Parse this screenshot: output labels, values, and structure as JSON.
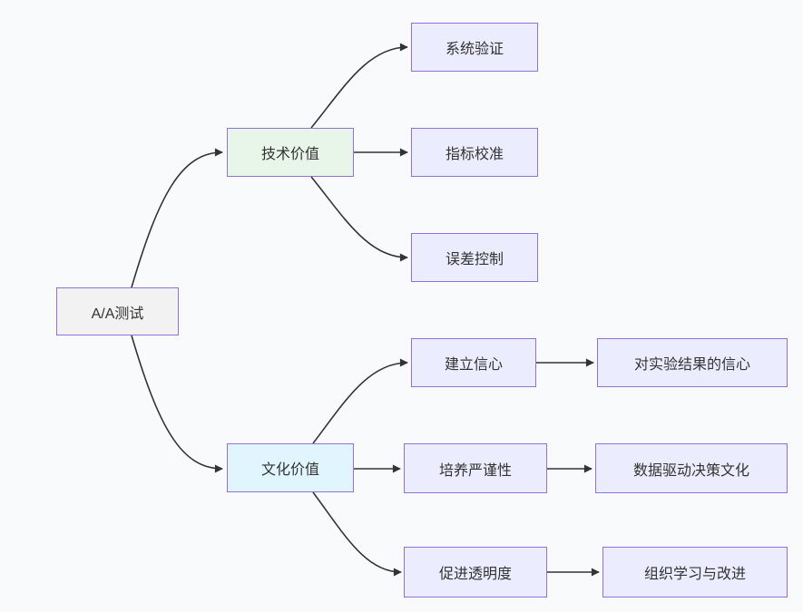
{
  "diagram": {
    "type": "flowchart-left-to-right",
    "background_color": "#f8fafc",
    "edge_color": "#333333",
    "default_node_fill": "#ECECFF",
    "node_border_color": "#9370DB",
    "text_color": "#333333",
    "nodes": {
      "root": {
        "label": "A/A测试",
        "fill": "#f2f2f2"
      },
      "tech": {
        "label": "技术价值",
        "fill": "#e8f5e9"
      },
      "sys": {
        "label": "系统验证",
        "fill": "#ECECFF"
      },
      "metric": {
        "label": "指标校准",
        "fill": "#ECECFF"
      },
      "error": {
        "label": "误差控制",
        "fill": "#ECECFF"
      },
      "culture": {
        "label": "文化价值",
        "fill": "#e1f5fe"
      },
      "confidence": {
        "label": "建立信心",
        "fill": "#ECECFF"
      },
      "confidence_to": {
        "label": "对实验结果的信心",
        "fill": "#ECECFF"
      },
      "rigor": {
        "label": "培养严谨性",
        "fill": "#ECECFF"
      },
      "rigor_to": {
        "label": "数据驱动决策文化",
        "fill": "#ECECFF"
      },
      "transparency": {
        "label": "促进透明度",
        "fill": "#ECECFF"
      },
      "transparency_to": {
        "label": "组织学习与改进",
        "fill": "#ECECFF"
      }
    },
    "edges": [
      {
        "from": "A/A测试",
        "to": "技术价值"
      },
      {
        "from": "A/A测试",
        "to": "文化价值"
      },
      {
        "from": "技术价值",
        "to": "系统验证"
      },
      {
        "from": "技术价值",
        "to": "指标校准"
      },
      {
        "from": "技术价值",
        "to": "误差控制"
      },
      {
        "from": "文化价值",
        "to": "建立信心"
      },
      {
        "from": "文化价值",
        "to": "培养严谨性"
      },
      {
        "from": "文化价值",
        "to": "促进透明度"
      },
      {
        "from": "建立信心",
        "to": "对实验结果的信心"
      },
      {
        "from": "培养严谨性",
        "to": "数据驱动决策文化"
      },
      {
        "from": "促进透明度",
        "to": "组织学习与改进"
      }
    ]
  }
}
